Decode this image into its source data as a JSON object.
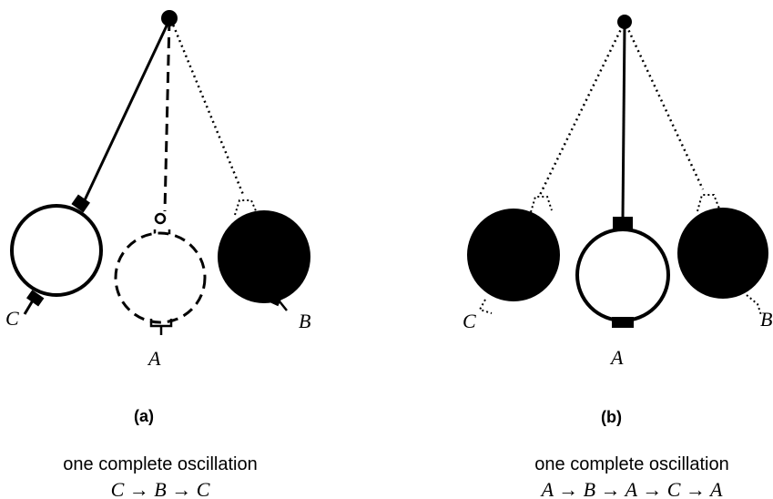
{
  "panels": [
    {
      "caption": "(a)",
      "labels": {
        "C": "C",
        "A": "A",
        "B": "B"
      },
      "description": "one complete oscillation",
      "sequence": "C → B → C"
    },
    {
      "caption": "(b)",
      "labels": {
        "C": "C",
        "A": "A",
        "B": "B"
      },
      "description": "one complete oscillation",
      "sequence": "A → B → A → C → A"
    }
  ]
}
